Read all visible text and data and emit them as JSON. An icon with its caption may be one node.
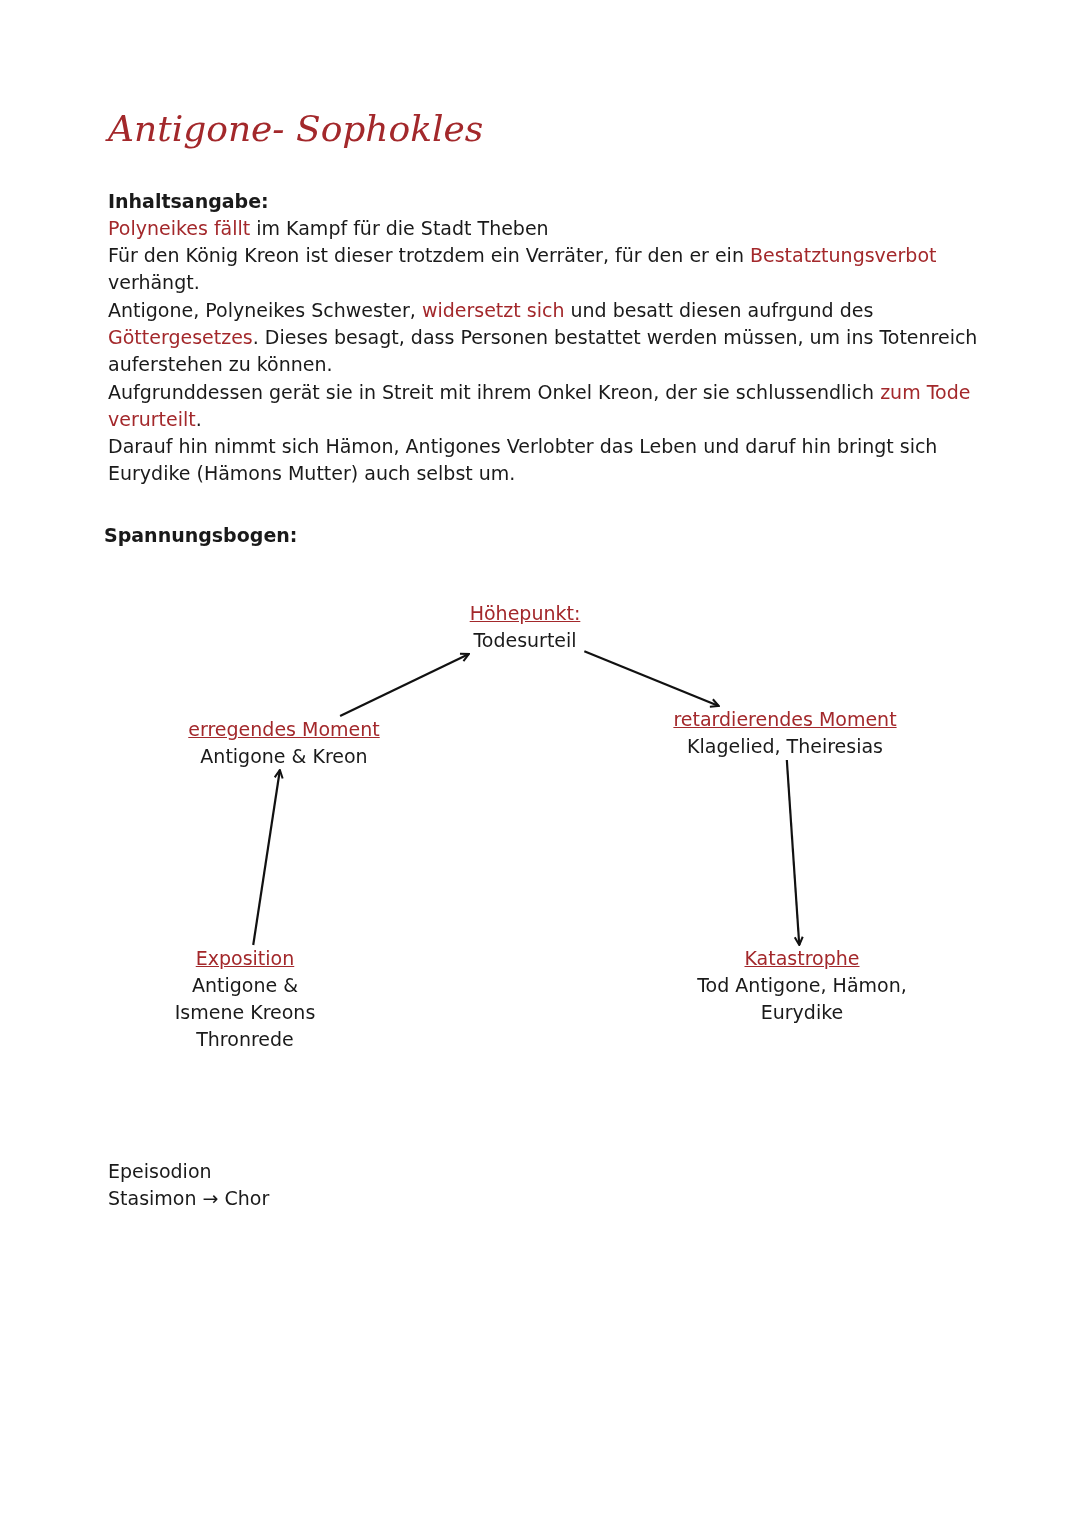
{
  "diagram": {
    "title": "Antigone- Sophokles",
    "nodes": [
      {
        "text": [
          "Höhepunkt:",
          "Todesurteil"
        ]
      },
      {
        "text": [
          "erregendes Moment",
          "Antigone & Kreon"
        ]
      },
      {
        "text": [
          "retardierendes Moment",
          "Klagelied, Theiresias"
        ]
      },
      {
        "text": [
          "Exposition",
          "Antigone & Ismene Kreons Thronrede"
        ]
      },
      {
        "text": [
          "Katastrophe",
          "Tod Antigone, Hämon, Eurydike"
        ]
      }
    ],
    "edges": [
      {
        "from": 3,
        "to": 1,
        "arrow": "to"
      },
      {
        "from": 1,
        "to": 0,
        "arrow": "to"
      },
      {
        "from": 0,
        "to": 2,
        "arrow": "to"
      },
      {
        "from": 2,
        "to": 4,
        "arrow": "to"
      }
    ],
    "labels": [
      "Inhaltsangabe:",
      "**Polyneikes fällt** im Kampf für die Stadt Theben",
      "Für den König Kreon ist dieser trotzdem ein Verräter, für den er ein **Bestatztungsverbot** verhängt.",
      "Antigone, Polyneikes Schwester, **widersetzt sich** und besatt diesen aufrgund des **Göttergesetzes**. Dieses besagt, dass Personen bestattet werden müssen, um ins Totenreich auferstehen zu können.",
      "Aufgrunddessen gerät sie in Streit mit ihrem Onkel Kreon, der sie schlussendlich **zum Tode verurteilt**.",
      "Darauf hin nimmt sich Hämon, Antigones Verlobter das Leben und daruf hin bringt sich Eurydike (Hämons Mutter) auch selbst um.",
      "Spannungsbogen:",
      "Epeisodion",
      "Stasimon → Chor"
    ]
  }
}
